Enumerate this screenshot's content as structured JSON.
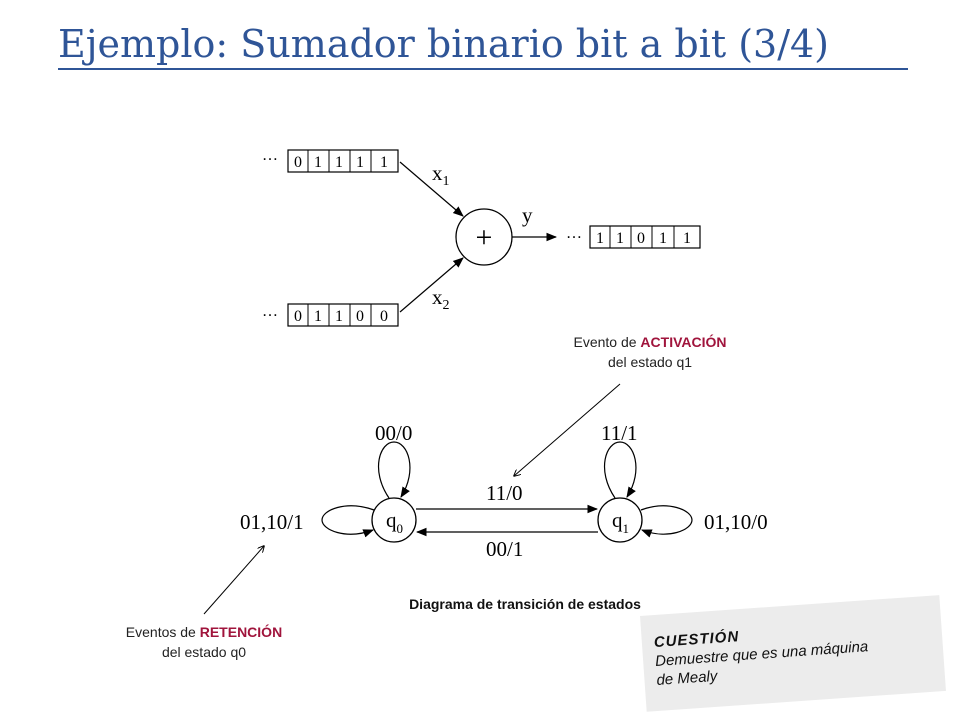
{
  "title": "Ejemplo: Sumador binario bit a bit (3/4)",
  "adder": {
    "ellipsis": "…",
    "input1_bits": [
      "0",
      "1",
      "1",
      "1",
      "1"
    ],
    "input2_bits": [
      "0",
      "1",
      "1",
      "0",
      "0"
    ],
    "output_bits": [
      "1",
      "1",
      "0",
      "1",
      "1"
    ],
    "label_x1": "x",
    "label_x1_sub": "1",
    "label_x2": "x",
    "label_x2_sub": "2",
    "label_y": "y",
    "operator": "+"
  },
  "state_diagram": {
    "state0": "q",
    "state0_sub": "0",
    "state1": "q",
    "state1_sub": "1",
    "self_loop_q0_top": "00/0",
    "self_loop_q0_left": "01,10/1",
    "self_loop_q1_top": "11/1",
    "self_loop_q1_right": "01,10/0",
    "transition_q0_to_q1": "11/0",
    "transition_q1_to_q0": "00/1",
    "caption": "Diagrama de transición de estados"
  },
  "annotations": {
    "activation_prefix": "Evento de ",
    "activation_highlight": "ACTIVACIÓN",
    "activation_suffix": "del estado q1",
    "retention_prefix": "Eventos de ",
    "retention_highlight": "RETENCIÓN",
    "retention_suffix": "del estado q0"
  },
  "question": {
    "heading": "CUESTIÓN",
    "line1": "Demuestre que es una máquina",
    "line2": "de Mealy"
  },
  "colors": {
    "title": "#2f5597",
    "highlight": "#a0143c"
  }
}
